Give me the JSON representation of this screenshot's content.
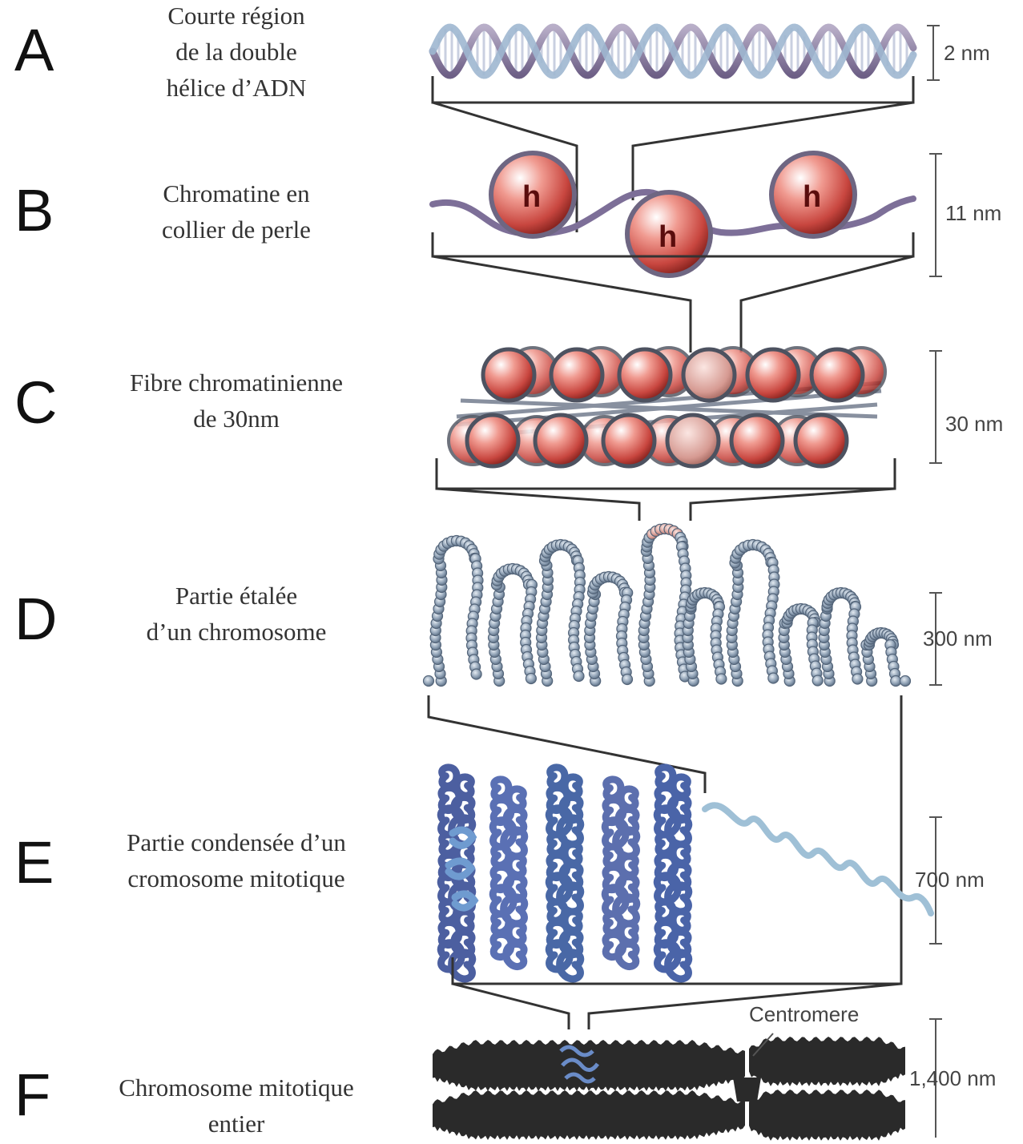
{
  "levels": [
    {
      "letter": "A",
      "description": "Courte région\nde la double\nhélice d’ADN",
      "scale": "2 nm"
    },
    {
      "letter": "B",
      "description": "Chromatine en\ncollier de perle",
      "scale": "11 nm"
    },
    {
      "letter": "C",
      "description": "Fibre chromatinienne\nde 30nm",
      "scale": "30 nm"
    },
    {
      "letter": "D",
      "description": "Partie étalée\nd’un chromosome",
      "scale": "300 nm"
    },
    {
      "letter": "E",
      "description": "Partie condensée d’un\ncromosome mitotique",
      "scale": "700 nm"
    },
    {
      "letter": "F",
      "description": "Chromosome mitotique\nentier",
      "scale": "1,400 nm"
    }
  ],
  "histone_label": "h",
  "centromere_label": "Centromere",
  "colors": {
    "dna_strand": "#8c7fa3",
    "dna_rungs": "#c9cfe0",
    "histone": "#c8463f",
    "bead_gray": "#8ea0b4",
    "coil_blue": "#4f6aa8",
    "chromosome": "#2a2a2a",
    "connector": "#333333"
  }
}
